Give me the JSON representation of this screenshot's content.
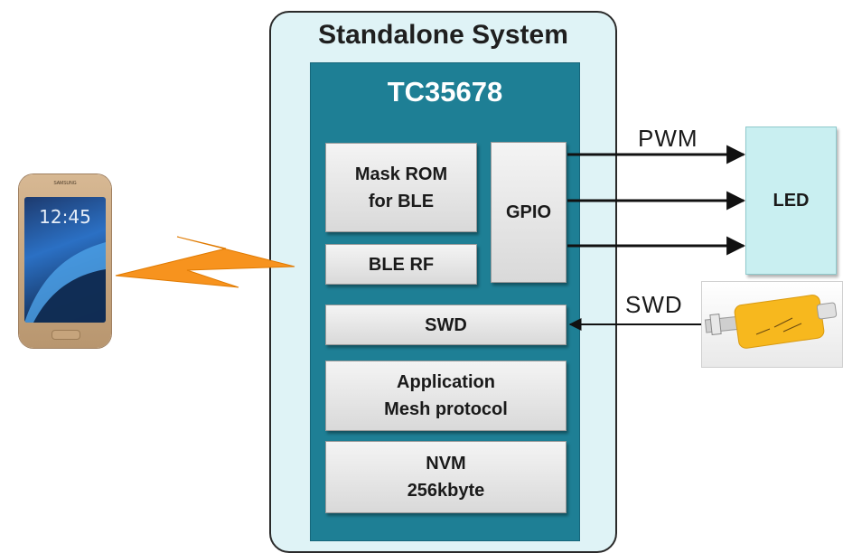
{
  "system": {
    "title": "Standalone System"
  },
  "chip": {
    "title": "TC35678",
    "blocks": {
      "mask_rom": "Mask ROM\nfor BLE",
      "ble_rf": "BLE RF",
      "gpio": "GPIO",
      "swd": "SWD",
      "application": "Application\nMesh protocol",
      "nvm": "NVM\n256kbyte"
    }
  },
  "led": {
    "label": "LED"
  },
  "signals": {
    "pwm": "PWM",
    "swd": "SWD"
  },
  "phone": {
    "clock": "12:45",
    "brand": "SAMSUNG"
  },
  "colors": {
    "system_bg": "#dff3f6",
    "chip_bg": "#1e7f95",
    "block_bg": "#e6e6e6",
    "led_bg": "#c9eff1",
    "wireless_bolt": "#f7931e"
  },
  "icons": {
    "wireless": "lightning-bolt-icon",
    "phone": "smartphone-icon",
    "debugger": "usb-debug-probe-icon"
  }
}
